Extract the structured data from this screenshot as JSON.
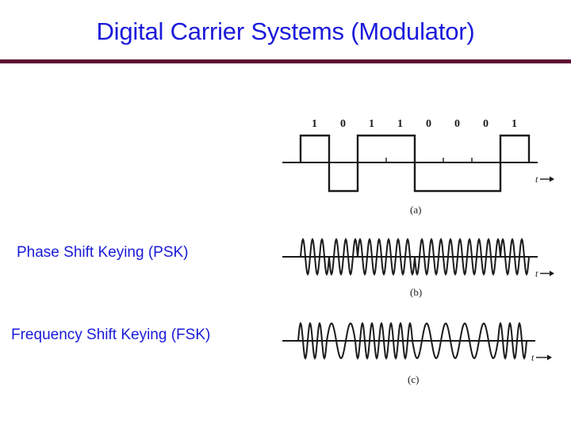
{
  "slide": {
    "title": "Digital Carrier Systems (Modulator)",
    "colors": {
      "title": "#1a1adb",
      "divider": "#5e0a32",
      "waveform": "#1a1a1a"
    }
  },
  "labels": {
    "psk": "Phase Shift Keying (PSK)",
    "fsk": "Frequency Shift Keying (FSK)"
  },
  "figure": {
    "bits": [
      1,
      0,
      1,
      1,
      0,
      0,
      0,
      1
    ],
    "bit_labels": [
      "1",
      "0",
      "1",
      "1",
      "0",
      "0",
      "0",
      "1"
    ],
    "axis_label": "t",
    "panels": [
      {
        "id": "a",
        "caption": "(a)",
        "kind": "digital-bipolar"
      },
      {
        "id": "b",
        "caption": "(b)",
        "kind": "psk",
        "cycles_per_bit": 3
      },
      {
        "id": "c",
        "caption": "(c)",
        "kind": "fsk",
        "cycles_per_bit_one": 3,
        "cycles_per_bit_zero": 1.5
      }
    ]
  }
}
